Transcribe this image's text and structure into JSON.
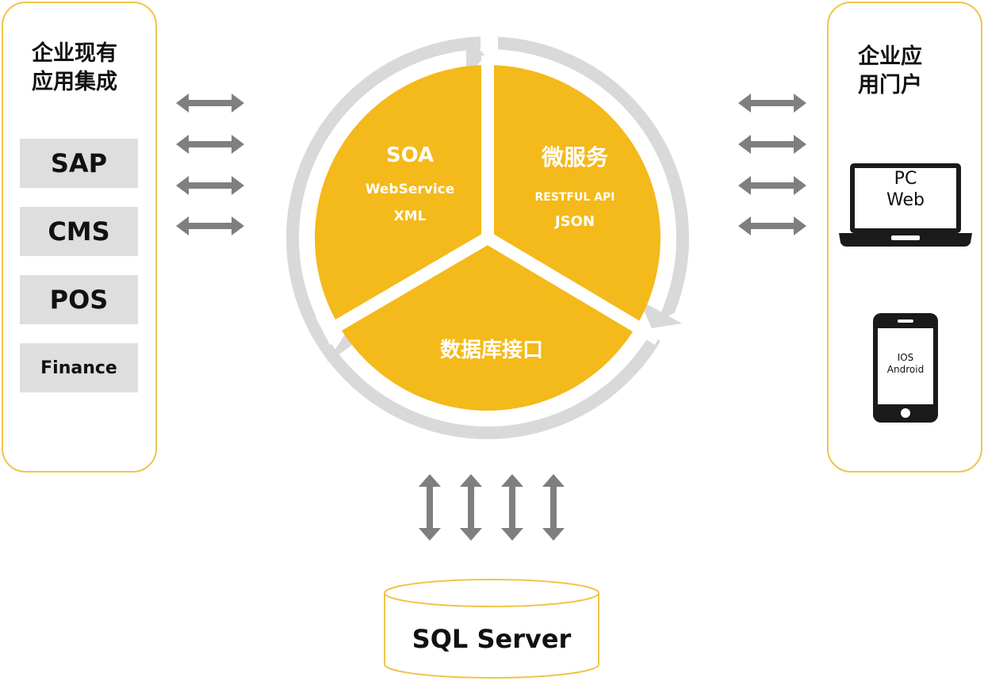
{
  "left_panel": {
    "title": "企业现有\n应用集成",
    "systems": [
      {
        "label": "SAP",
        "size": 32
      },
      {
        "label": "CMS",
        "size": 32
      },
      {
        "label": "POS",
        "size": 32
      },
      {
        "label": "Finance",
        "size": 22
      }
    ]
  },
  "right_panel": {
    "title": "企业应\n用门户",
    "laptop": {
      "line1": "PC",
      "line2": "Web"
    },
    "phone": {
      "line1": "IOS",
      "line2": "Android"
    }
  },
  "wheel": {
    "soa": {
      "title": "SOA",
      "line1": "WebService",
      "line2": "XML"
    },
    "microservice": {
      "title": "微服务",
      "line1": "RESTFUL API",
      "line2": "JSON"
    },
    "database": {
      "title": "数据库接口"
    }
  },
  "database": {
    "label": "SQL Server"
  },
  "colors": {
    "accent": "#f4b91a",
    "panel_border": "#f0c44a",
    "ring": "#d9d9d9",
    "arrow": "#7f7f7f",
    "box": "#dedede"
  }
}
